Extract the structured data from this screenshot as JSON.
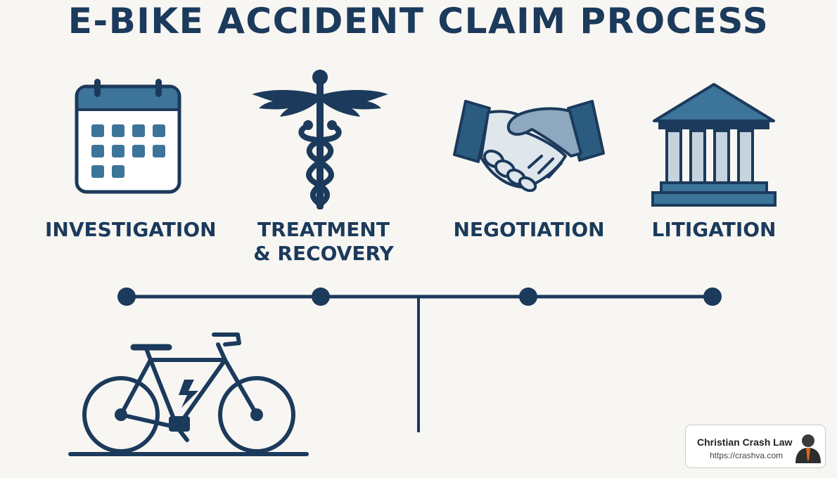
{
  "title": "E-BIKE ACCIDENT CLAIM PROCESS",
  "steps": [
    {
      "label": "INVESTIGATION",
      "icon": "calendar-icon"
    },
    {
      "label": "TREATMENT\n& RECOVERY",
      "icon": "caduceus-icon"
    },
    {
      "label": "NEGOTIATION",
      "icon": "handshake-icon"
    },
    {
      "label": "LITIGATION",
      "icon": "courthouse-icon"
    }
  ],
  "bottom_icon": "e-bike-icon",
  "badge": {
    "name": "Christian Crash Law",
    "url": "https://crashva.com"
  },
  "colors": {
    "navy": "#1b3a5c",
    "blue": "#3d7499",
    "light_blue": "#c5d3de",
    "background": "#f8f6f2"
  }
}
